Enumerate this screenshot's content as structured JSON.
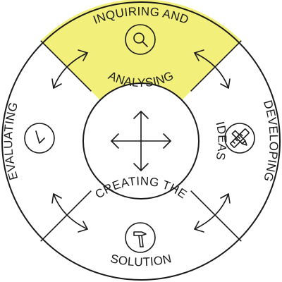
{
  "diagram": {
    "stages": [
      {
        "id": "inquiring",
        "label_line1": "INQUIRING AND",
        "label_line2": "ANALYSING",
        "icon": "magnifier-icon",
        "highlighted": true
      },
      {
        "id": "developing",
        "label_line1": "DEVELOPING",
        "label_line2": "IDEAS",
        "icon": "pencil-ruler-icon",
        "highlighted": false
      },
      {
        "id": "creating",
        "label_line1": "CREATING THE",
        "label_line2": "SOLUTION",
        "icon": "hammer-icon",
        "highlighted": false
      },
      {
        "id": "evaluating",
        "label_line1": "EVALUATING",
        "icon": "check-mark-icon",
        "highlighted": false
      }
    ],
    "center_icon": "four-way-arrow-icon",
    "colors": {
      "highlight": "#f2f07a",
      "stroke": "#1a1a1a",
      "background": "#ffffff"
    }
  }
}
